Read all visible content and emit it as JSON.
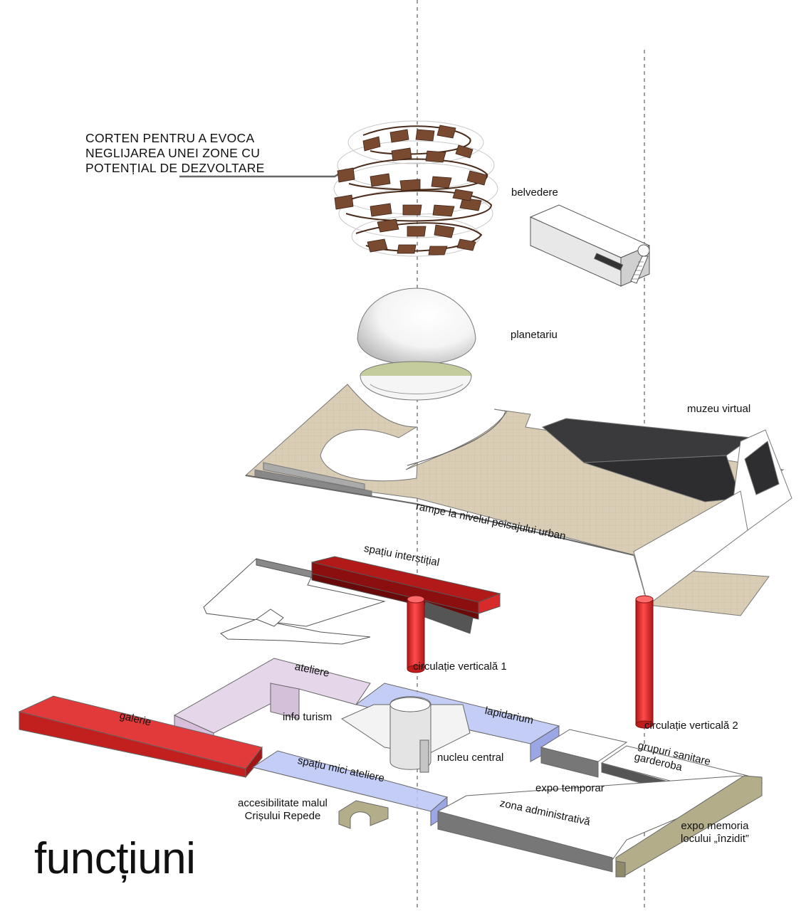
{
  "title": "funcțiuni",
  "annotation": {
    "line1": "CORTEN PENTRU A EVOCA",
    "line2": "NEGLIJAREA UNEI ZONE CU",
    "line3": "POTENȚIAL DE DEZVOLTARE"
  },
  "labels": {
    "belvedere": "belvedere",
    "planetariu": "planetariu",
    "muzeu_virtual": "muzeu virtual",
    "rampe": "rampe la nivelul peisajului urban",
    "spatiu_interstitial": "spațiu interstițial",
    "circulatie_1": "circulație verticală 1",
    "circulatie_2": "circulație verticală 2",
    "ateliere": "ateliere",
    "galerie": "galerie",
    "info_turism": "info turism",
    "lapidarium": "lapidarium",
    "grupuri_sanitare": "grupuri sanitare",
    "garderoba": "garderoba",
    "nucleu_central": "nucleu central",
    "spatiu_mici_ateliere": "spațiu mici ateliere",
    "expo_temporar": "expo temporar",
    "accesibilitate_1": "accesibilitate malul",
    "accesibilitate_2": "Crișului Repede",
    "zona_administrativa": "zona administrativă",
    "expo_memoria_1": "expo memoria",
    "expo_memoria_2": "locului „înzidit”"
  },
  "colors": {
    "corten": "#7a4a30",
    "plaza": "#d7cbb3",
    "red_volume": "#e23a3a",
    "dark_red": "#9c0f0f",
    "lilac": "#e2cfe6",
    "blue_volume": "#b9c4f4",
    "dark_roof": "#3a3a3c",
    "khaki": "#b3ad8a",
    "sage": "#c4cc9c"
  }
}
